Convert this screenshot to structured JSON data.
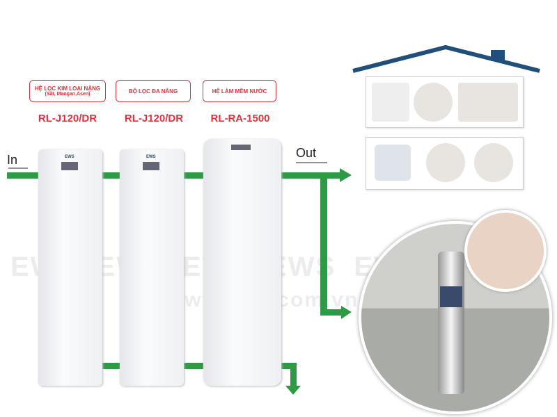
{
  "stages": [
    {
      "title": "HỆ LỌC KIM LOẠI NẶNG",
      "subtitle": "(Sắt, Mangan,Asen)",
      "model": "RL-J120/DR"
    },
    {
      "title": "BỘ LỌC ĐA NĂNG",
      "model": "RL-J120/DR"
    },
    {
      "title": "HỆ LÀM MỀM NƯỚC",
      "model": "RL-RA-1500"
    }
  ],
  "flow": {
    "in": "In",
    "out": "Out"
  },
  "brand": "EWS",
  "watermark_url": "www.ews.com.vn",
  "colors": {
    "pipe": "#2e9a45",
    "label": "#d9343a",
    "house": "#1f4f7a"
  }
}
